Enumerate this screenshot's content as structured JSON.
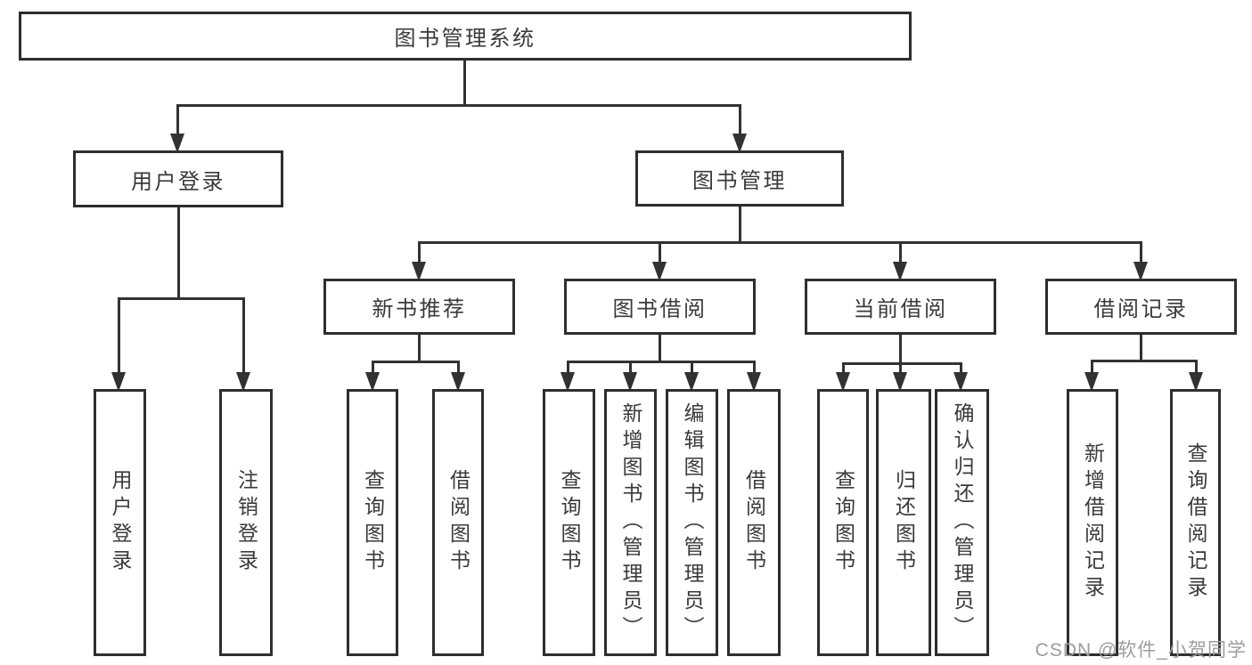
{
  "diagram": {
    "title": "图书管理系统",
    "watermark": "CSDN @软件_小贺同学",
    "colors": {
      "line": "#323232",
      "box_border": "#2e2e2e",
      "text": "#3a3a3a",
      "watermark": "#9c9c9c",
      "background": "#ffffff"
    },
    "nodes": [
      {
        "id": "root",
        "label": "图书管理系统"
      },
      {
        "id": "user-login",
        "label": "用户登录"
      },
      {
        "id": "book-mgmt",
        "label": "图书管理"
      },
      {
        "id": "new-book-rec",
        "label": "新书推荐"
      },
      {
        "id": "book-borrowing",
        "label": "图书借阅"
      },
      {
        "id": "current-borrowing",
        "label": "当前借阅"
      },
      {
        "id": "borrowing-records",
        "label": "借阅记录"
      },
      {
        "id": "leaf-user-login",
        "label": "用户登录"
      },
      {
        "id": "leaf-logout",
        "label": "注销登录"
      },
      {
        "id": "leaf-nbr-query-books",
        "label": "查询图书"
      },
      {
        "id": "leaf-nbr-borrow-books",
        "label": "借阅图书"
      },
      {
        "id": "leaf-bb-query-books",
        "label": "查询图书"
      },
      {
        "id": "leaf-bb-add-books",
        "label": "新增图书（管理员）"
      },
      {
        "id": "leaf-bb-edit-books",
        "label": "编辑图书（管理员）"
      },
      {
        "id": "leaf-bb-borrow-books",
        "label": "借阅图书"
      },
      {
        "id": "leaf-cb-query-books",
        "label": "查询图书"
      },
      {
        "id": "leaf-cb-return-books",
        "label": "归还图书"
      },
      {
        "id": "leaf-cb-confirm-return",
        "label": "确认归还（管理员）"
      },
      {
        "id": "leaf-br-add-record",
        "label": "新增借阅记录"
      },
      {
        "id": "leaf-br-query-record",
        "label": "查询借阅记录"
      }
    ],
    "edges": [
      {
        "from": "root",
        "to": "user-login"
      },
      {
        "from": "root",
        "to": "book-mgmt"
      },
      {
        "from": "book-mgmt",
        "to": "new-book-rec"
      },
      {
        "from": "book-mgmt",
        "to": "book-borrowing"
      },
      {
        "from": "book-mgmt",
        "to": "current-borrowing"
      },
      {
        "from": "book-mgmt",
        "to": "borrowing-records"
      },
      {
        "from": "user-login",
        "to": "leaf-user-login"
      },
      {
        "from": "user-login",
        "to": "leaf-logout"
      },
      {
        "from": "new-book-rec",
        "to": "leaf-nbr-query-books"
      },
      {
        "from": "new-book-rec",
        "to": "leaf-nbr-borrow-books"
      },
      {
        "from": "book-borrowing",
        "to": "leaf-bb-query-books"
      },
      {
        "from": "book-borrowing",
        "to": "leaf-bb-add-books"
      },
      {
        "from": "book-borrowing",
        "to": "leaf-bb-edit-books"
      },
      {
        "from": "book-borrowing",
        "to": "leaf-bb-borrow-books"
      },
      {
        "from": "current-borrowing",
        "to": "leaf-cb-query-books"
      },
      {
        "from": "current-borrowing",
        "to": "leaf-cb-return-books"
      },
      {
        "from": "current-borrowing",
        "to": "leaf-cb-confirm-return"
      },
      {
        "from": "borrowing-records",
        "to": "leaf-br-add-record"
      },
      {
        "from": "borrowing-records",
        "to": "leaf-br-query-record"
      }
    ]
  }
}
